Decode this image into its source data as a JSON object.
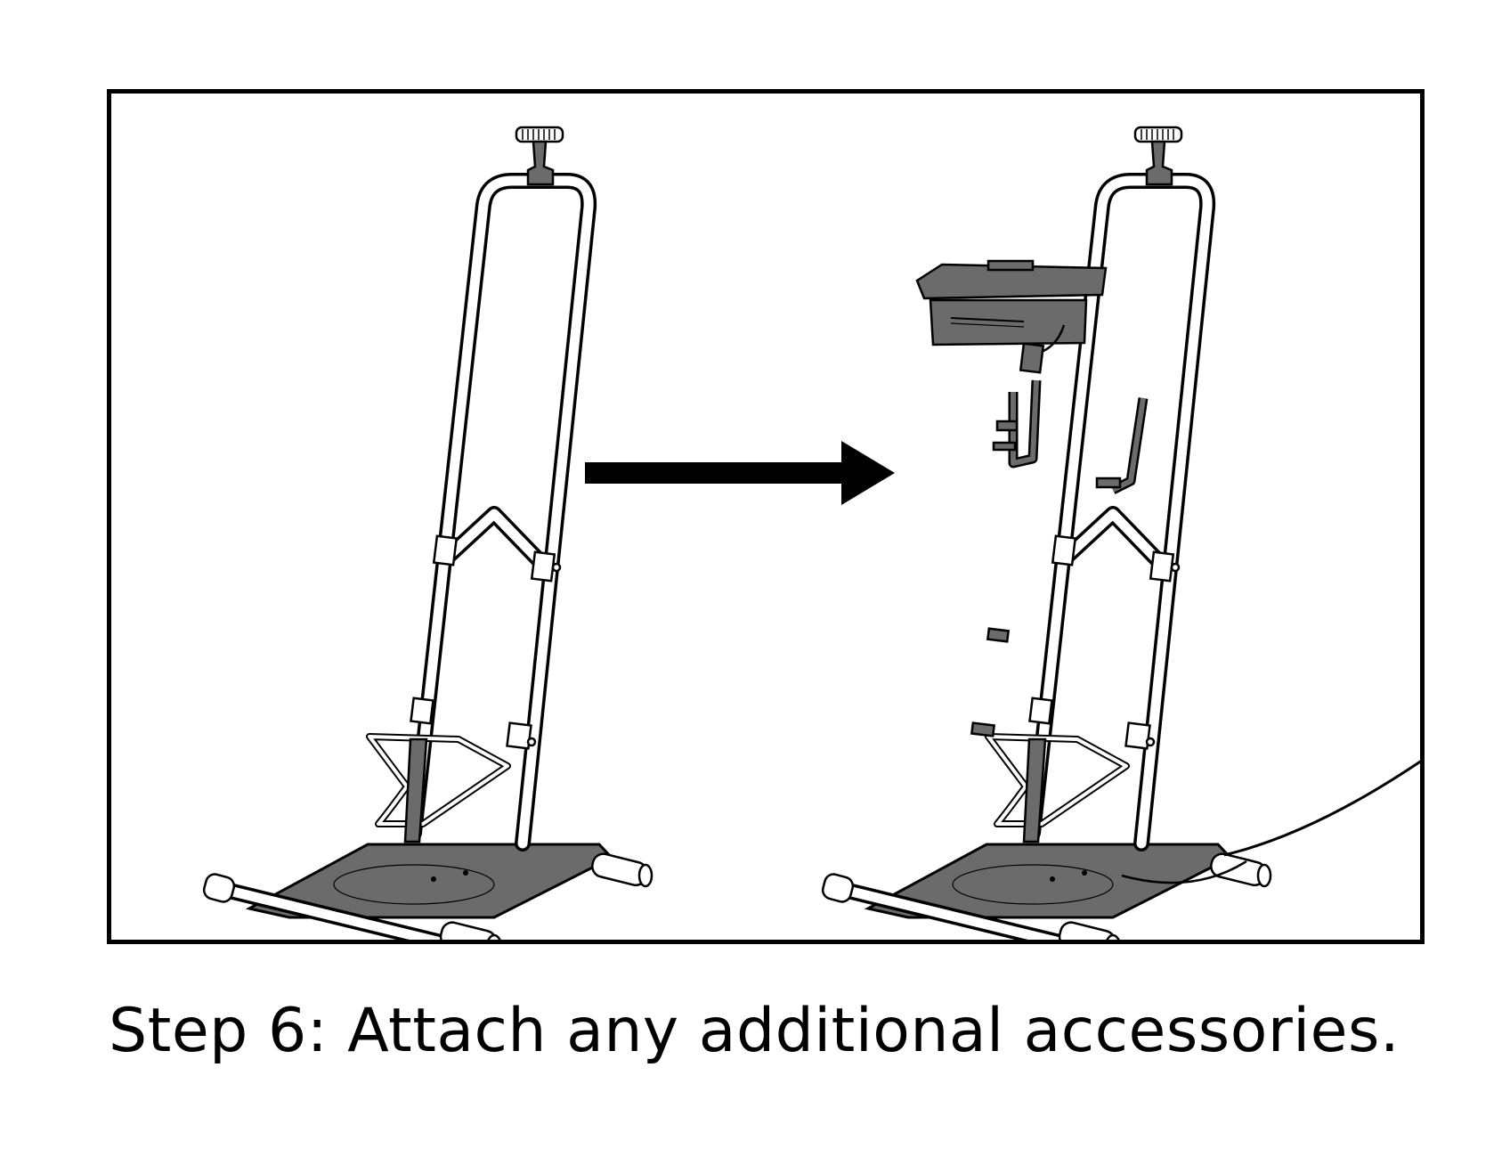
{
  "caption": "Step 6: Attach any additional accessories.",
  "colors": {
    "ink": "#000000",
    "steel_grey": "#6b6b6b",
    "paper": "#ffffff"
  },
  "figures": [
    {
      "name": "stand-before",
      "accessories": []
    },
    {
      "name": "stand-after",
      "accessories": [
        "top-shelf-tray",
        "side-hooks",
        "clip-bracket",
        "power-cable"
      ]
    }
  ],
  "arrow": {
    "direction": "right"
  }
}
